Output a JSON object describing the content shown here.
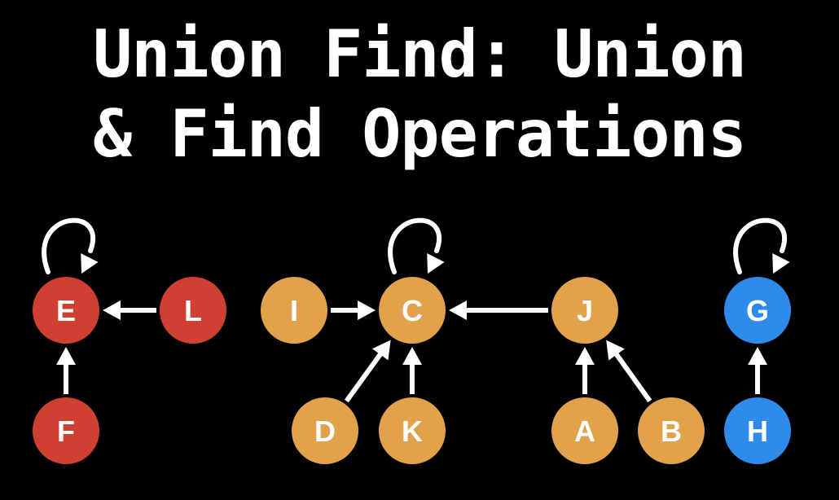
{
  "title": {
    "line1": "Union Find: Union",
    "line2": "& Find Operations"
  },
  "colors": {
    "background": "#000000",
    "red": "#CF4032",
    "orange": "#E2A24C",
    "blue": "#2E8BEA",
    "edge": "#ffffff"
  },
  "nodes": [
    {
      "id": "E",
      "label": "E",
      "color": "red"
    },
    {
      "id": "L",
      "label": "L",
      "color": "red"
    },
    {
      "id": "F",
      "label": "F",
      "color": "red"
    },
    {
      "id": "I",
      "label": "I",
      "color": "orange"
    },
    {
      "id": "C",
      "label": "C",
      "color": "orange"
    },
    {
      "id": "J",
      "label": "J",
      "color": "orange"
    },
    {
      "id": "D",
      "label": "D",
      "color": "orange"
    },
    {
      "id": "K",
      "label": "K",
      "color": "orange"
    },
    {
      "id": "A",
      "label": "A",
      "color": "orange"
    },
    {
      "id": "B",
      "label": "B",
      "color": "orange"
    },
    {
      "id": "G",
      "label": "G",
      "color": "blue"
    },
    {
      "id": "H",
      "label": "H",
      "color": "blue"
    }
  ],
  "edges": [
    {
      "from": "L",
      "to": "E"
    },
    {
      "from": "F",
      "to": "E"
    },
    {
      "from": "I",
      "to": "C"
    },
    {
      "from": "J",
      "to": "C"
    },
    {
      "from": "D",
      "to": "C"
    },
    {
      "from": "K",
      "to": "C"
    },
    {
      "from": "A",
      "to": "J"
    },
    {
      "from": "B",
      "to": "J"
    },
    {
      "from": "H",
      "to": "G"
    },
    {
      "from": "E",
      "to": "E"
    },
    {
      "from": "C",
      "to": "C"
    },
    {
      "from": "G",
      "to": "G"
    }
  ]
}
